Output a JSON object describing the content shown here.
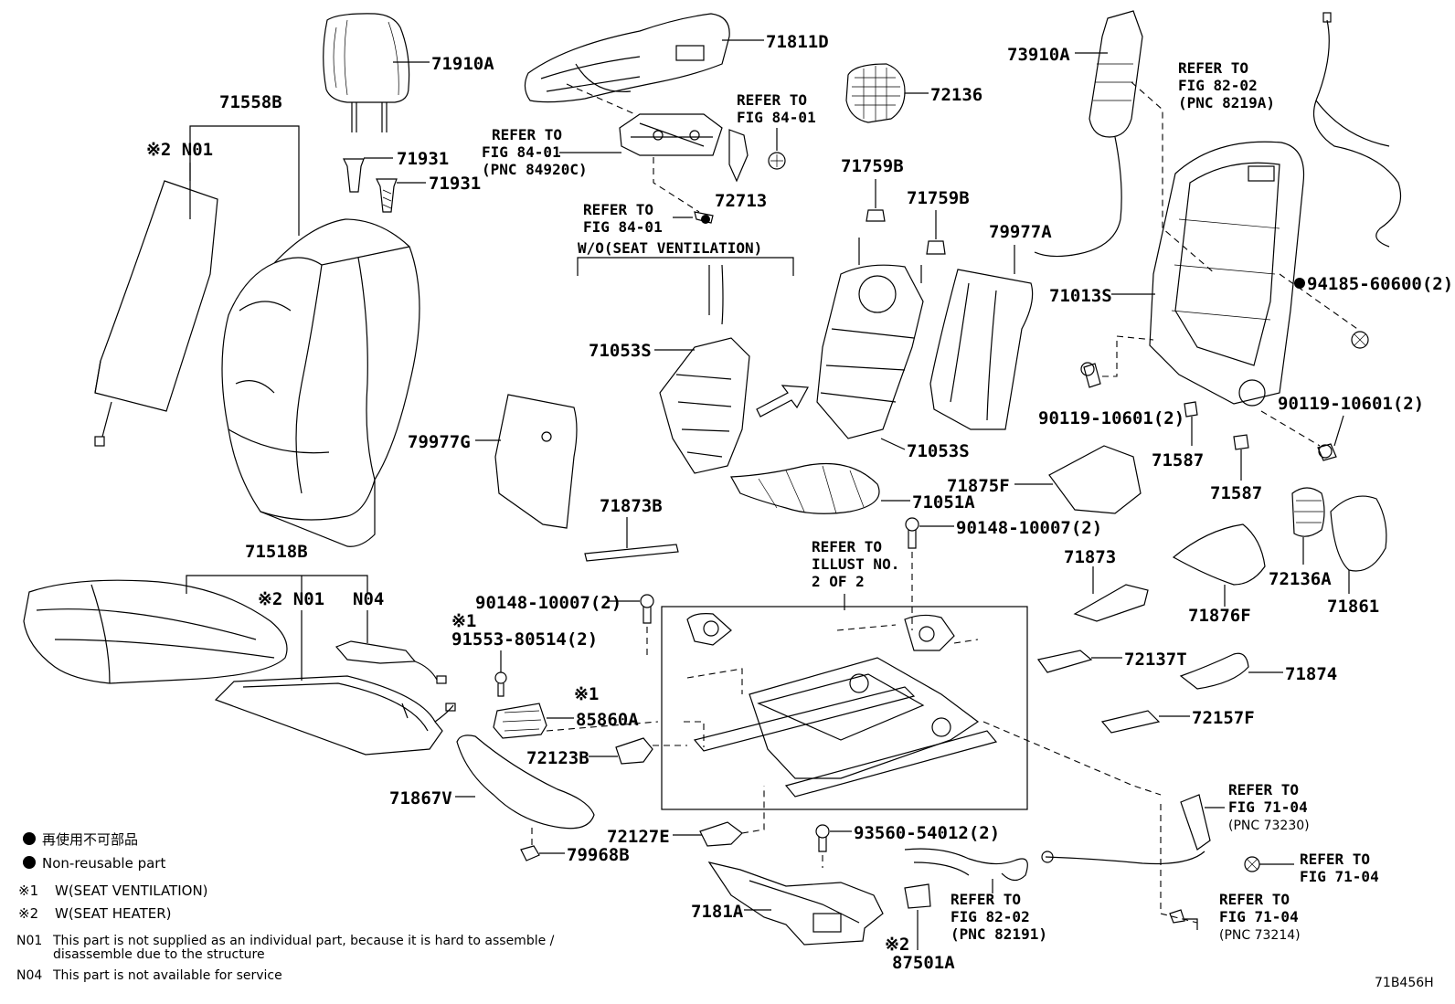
{
  "labels": {
    "p71910A": "71910A",
    "p71558B": "71558B",
    "p71558B_n01_mark": "※2 N01",
    "p71931a": "71931",
    "p71931b": "71931",
    "p71811D": "71811D",
    "p72136": "72136",
    "p73910A": "73910A",
    "p72713": "72713",
    "p71759B_a": "71759B",
    "p71759B_b": "71759B",
    "p79977A": "79977A",
    "p71013S": "71013S",
    "p94185": "94185-60600(2)",
    "p71053S_a": "71053S",
    "p71053S_b": "71053S",
    "p79977G": "79977G",
    "p90119_a": "90119-10601(2)",
    "p90119_b": "90119-10601(2)",
    "p71587_a": "71587",
    "p71587_b": "71587",
    "p71051A": "71051A",
    "p71875F": "71875F",
    "p71873B": "71873B",
    "p90148_a": "90148-10007(2)",
    "p90148_b": "90148-10007(2)",
    "p71518B": "71518B",
    "p71518B_n01_mark": "※2 N01",
    "p71518B_n04": "N04",
    "p71873": "71873",
    "p72136A": "72136A",
    "p71876F": "71876F",
    "p71861": "71861",
    "p91553_mark": "※1",
    "p91553": "91553-80514(2)",
    "p72137T": "72137T",
    "p71874": "71874",
    "p85860A_mark": "※1",
    "p85860A": "85860A",
    "p72157F": "72157F",
    "p72123B": "72123B",
    "p71867V": "71867V",
    "p72127E": "72127E",
    "p93560": "93560-54012(2)",
    "p79968B": "79968B",
    "p7181A": "7181A",
    "p87501A_mark": "※2",
    "p87501A": "87501A"
  },
  "refs": {
    "r8201_l1": "REFER TO",
    "r8201_l2": "FIG 82-02",
    "r8201_l3": "(PNC 8219A)",
    "r8401a_l1": "REFER TO",
    "r8401a_l2": "FIG 84-01",
    "r8401b_l1": "REFER TO",
    "r8401b_l2": "FIG 84-01",
    "r8401b_l3": "(PNC 84920C)",
    "r8401c_l1": "REFER TO",
    "r8401c_l2": "FIG 84-01",
    "ventilation": "W/O(SEAT VENTILATION)",
    "illust_l1": "REFER TO",
    "illust_l2": "ILLUST NO.",
    "illust_l3": "2 OF 2",
    "r7104a_l1": "REFER TO",
    "r7104a_l2": "FIG 71-04",
    "r7104a_l3": "(PNC 73230)",
    "r7104b_l1": "REFER TO",
    "r7104b_l2": "FIG 71-04",
    "r7104c_l1": "REFER TO",
    "r7104c_l2": "FIG 71-04",
    "r7104c_l3": "(PNC 73214)",
    "r8202_l1": "REFER TO",
    "r8202_l2": "FIG 82-02",
    "r8202_l3": "(PNC 82191)"
  },
  "legend": {
    "jp": "再使用不可部品",
    "nonreusable": "Non-reusable part",
    "m1_mark": "※1",
    "m1_text": "W(SEAT VENTILATION)",
    "m2_mark": "※2",
    "m2_text": "W(SEAT HEATER)",
    "n01_code": "N01",
    "n01_line1": "This part is not supplied as an individual part, because it is hard to assemble /",
    "n01_line2": "disassemble due to the structure",
    "n04_code": "N04",
    "n04_text": "This part is not available for service"
  },
  "figure_id": "71B456H"
}
